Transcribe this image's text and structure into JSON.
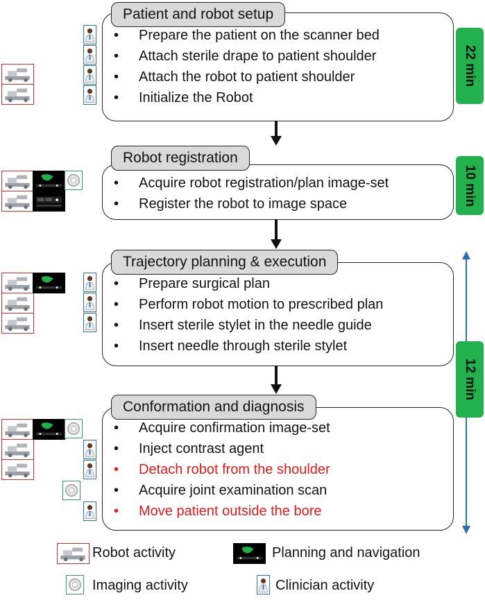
{
  "stages": [
    {
      "title": "Patient and robot setup",
      "time": "22 min",
      "steps": [
        {
          "text": "Prepare the patient on the scanner bed",
          "highlight": false
        },
        {
          "text": "Attach sterile drape to patient shoulder",
          "highlight": false
        },
        {
          "text": "Attach the robot to patient shoulder",
          "highlight": false
        },
        {
          "text": "Initialize the Robot",
          "highlight": false
        }
      ]
    },
    {
      "title": "Robot registration",
      "time": "10 min",
      "steps": [
        {
          "text": "Acquire robot registration/plan image-set",
          "highlight": false
        },
        {
          "text": "Register the robot to image space",
          "highlight": false
        }
      ]
    },
    {
      "title": "Trajectory planning & execution",
      "steps": [
        {
          "text": "Prepare surgical plan",
          "highlight": false
        },
        {
          "text": "Perform robot motion to prescribed plan",
          "highlight": false
        },
        {
          "text": "Insert sterile stylet in the needle guide",
          "highlight": false
        },
        {
          "text": "Insert needle through sterile stylet",
          "highlight": false
        }
      ]
    },
    {
      "title": "Conformation and diagnosis",
      "steps": [
        {
          "text": "Acquire confirmation image-set",
          "highlight": false
        },
        {
          "text": "Inject contrast agent",
          "highlight": false
        },
        {
          "text": "Detach robot from the shoulder",
          "highlight": true
        },
        {
          "text": "Acquire joint examination scan",
          "highlight": false
        },
        {
          "text": "Move patient outside the bore",
          "highlight": true
        }
      ]
    }
  ],
  "span_time": "12 min",
  "legend": [
    {
      "icon": "robot-activity-icon",
      "label": "Robot activity"
    },
    {
      "icon": "planning-navigation-icon",
      "label": "Planning and navigation"
    },
    {
      "icon": "imaging-activity-icon",
      "label": "Imaging activity"
    },
    {
      "icon": "clinician-activity-icon",
      "label": "Clinician activity"
    }
  ],
  "colors": {
    "robot": "#d32b2b",
    "imaging": "#2e9e5e",
    "clinician": "#2a6fb0",
    "badge": "#22b14c",
    "highlight_text": "#e11b1b",
    "span_arrow": "#2a6fb0"
  }
}
